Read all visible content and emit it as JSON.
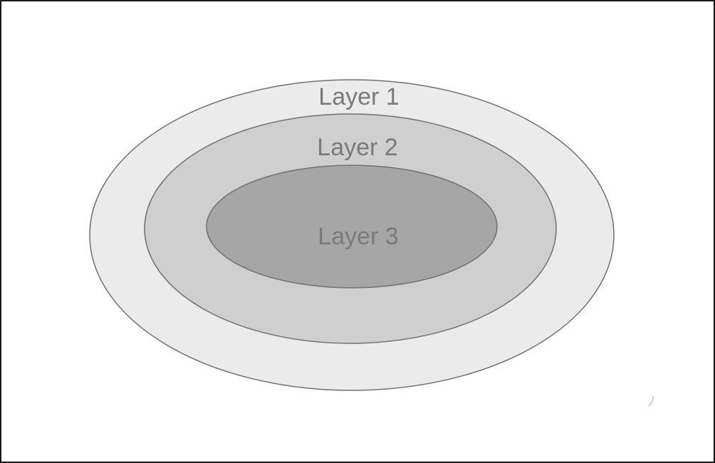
{
  "diagram": {
    "layers": [
      {
        "label": "Layer 1",
        "fill": "#ebebeb"
      },
      {
        "label": "Layer 2",
        "fill": "#cfcfcf"
      },
      {
        "label": "Layer 3",
        "fill": "#a6a6a6"
      }
    ],
    "label_color": "#7a7a7a",
    "outline_color": "#6f6f6f"
  }
}
